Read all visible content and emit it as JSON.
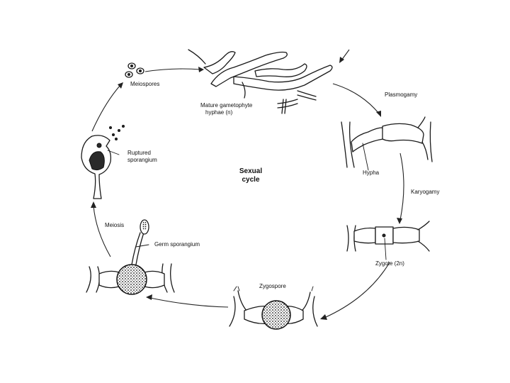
{
  "diagram": {
    "center_label_line1": "Sexual",
    "center_label_line2": "cycle",
    "labels": {
      "meiospores": "Meiospores",
      "mature_line1": "Mature gametophyte",
      "mature_line2": "hyphae (n)",
      "plasmogamy": "Plasmogamy",
      "ruptured_line1": "Ruptured",
      "ruptured_line2": "sporangium",
      "hypha": "Hypha",
      "karyogamy": "Karyogamy",
      "meiosis": "Meiosis",
      "germ_sporangium": "Germ sporangium",
      "zygote": "Zygote (2n)",
      "zygospore": "Zygospore"
    }
  }
}
